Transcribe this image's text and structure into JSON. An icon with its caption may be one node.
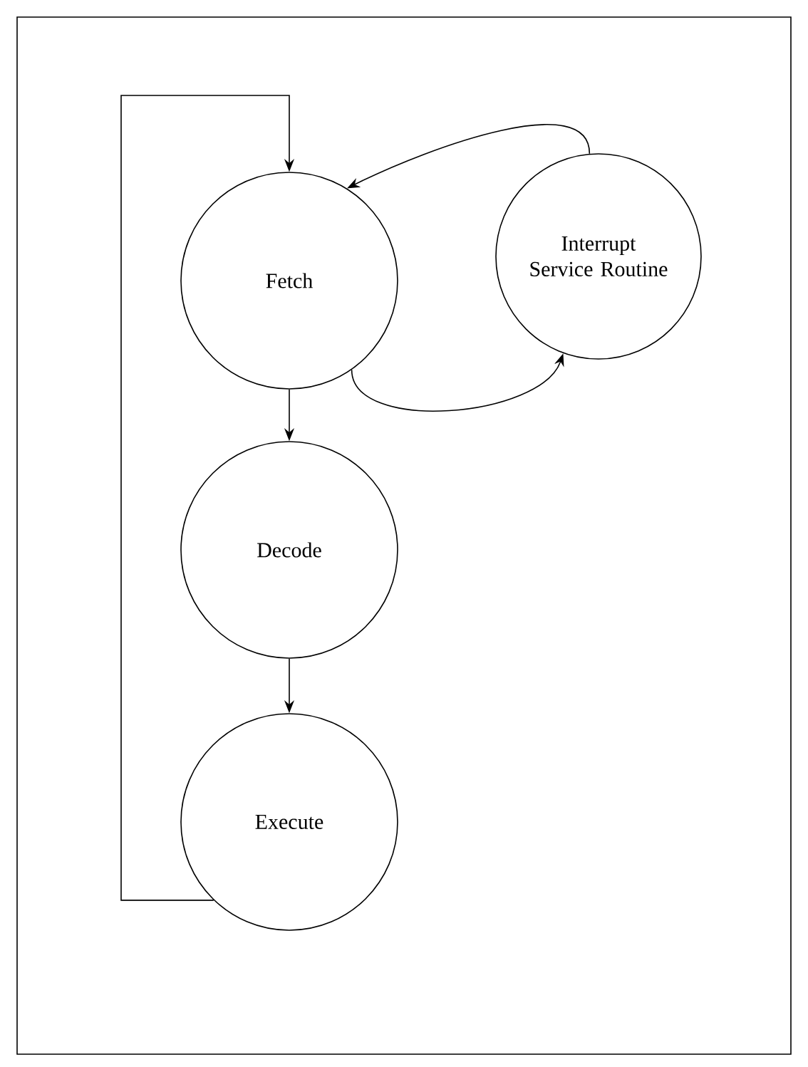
{
  "diagram": {
    "nodes": [
      {
        "text": [
          "Fetch"
        ]
      },
      {
        "text": [
          "Decode"
        ]
      },
      {
        "text": [
          "Execute"
        ]
      },
      {
        "text": [
          "Interrupt Service Routine"
        ]
      }
    ],
    "edges": [
      {
        "from": 0,
        "to": 1,
        "arrow": "to"
      },
      {
        "from": 1,
        "to": 2,
        "arrow": "to"
      },
      {
        "from": 2,
        "to": 0,
        "arrow": "to"
      },
      {
        "from": 0,
        "to": 3,
        "arrow": "to"
      },
      {
        "from": 3,
        "to": 0,
        "arrow": "to"
      }
    ]
  }
}
